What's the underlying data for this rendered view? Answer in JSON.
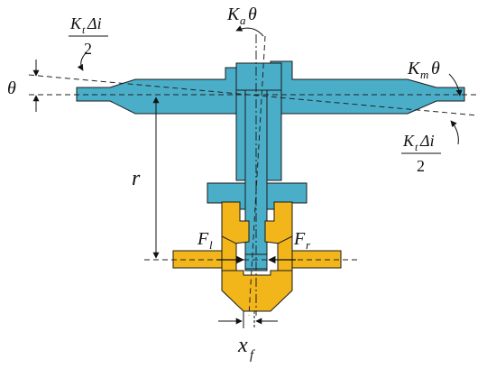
{
  "labels": {
    "ka_main": "K",
    "ka_sub": "a",
    "ka_theta": "θ",
    "theta_left": "θ",
    "kt_left_num_main": "K",
    "kt_left_num_sub": "t",
    "kt_left_num_rest": "Δi",
    "kt_left_den": "2",
    "km_main": "K",
    "km_sub": "m",
    "km_theta": "θ",
    "kt_right_num_main": "K",
    "kt_right_num_sub": "t",
    "kt_right_num_rest": "Δi",
    "kt_right_den": "2",
    "r_label": "r",
    "fl_main": "F",
    "fl_sub": "l",
    "fr_main": "F",
    "fr_sub": "r",
    "xf_main": "x",
    "xf_sub": "f"
  },
  "colors": {
    "armature_fill": "#4aaec9",
    "flapper_fill": "#f2b51a",
    "outline": "#1a1a1a",
    "background": "#ffffff"
  }
}
